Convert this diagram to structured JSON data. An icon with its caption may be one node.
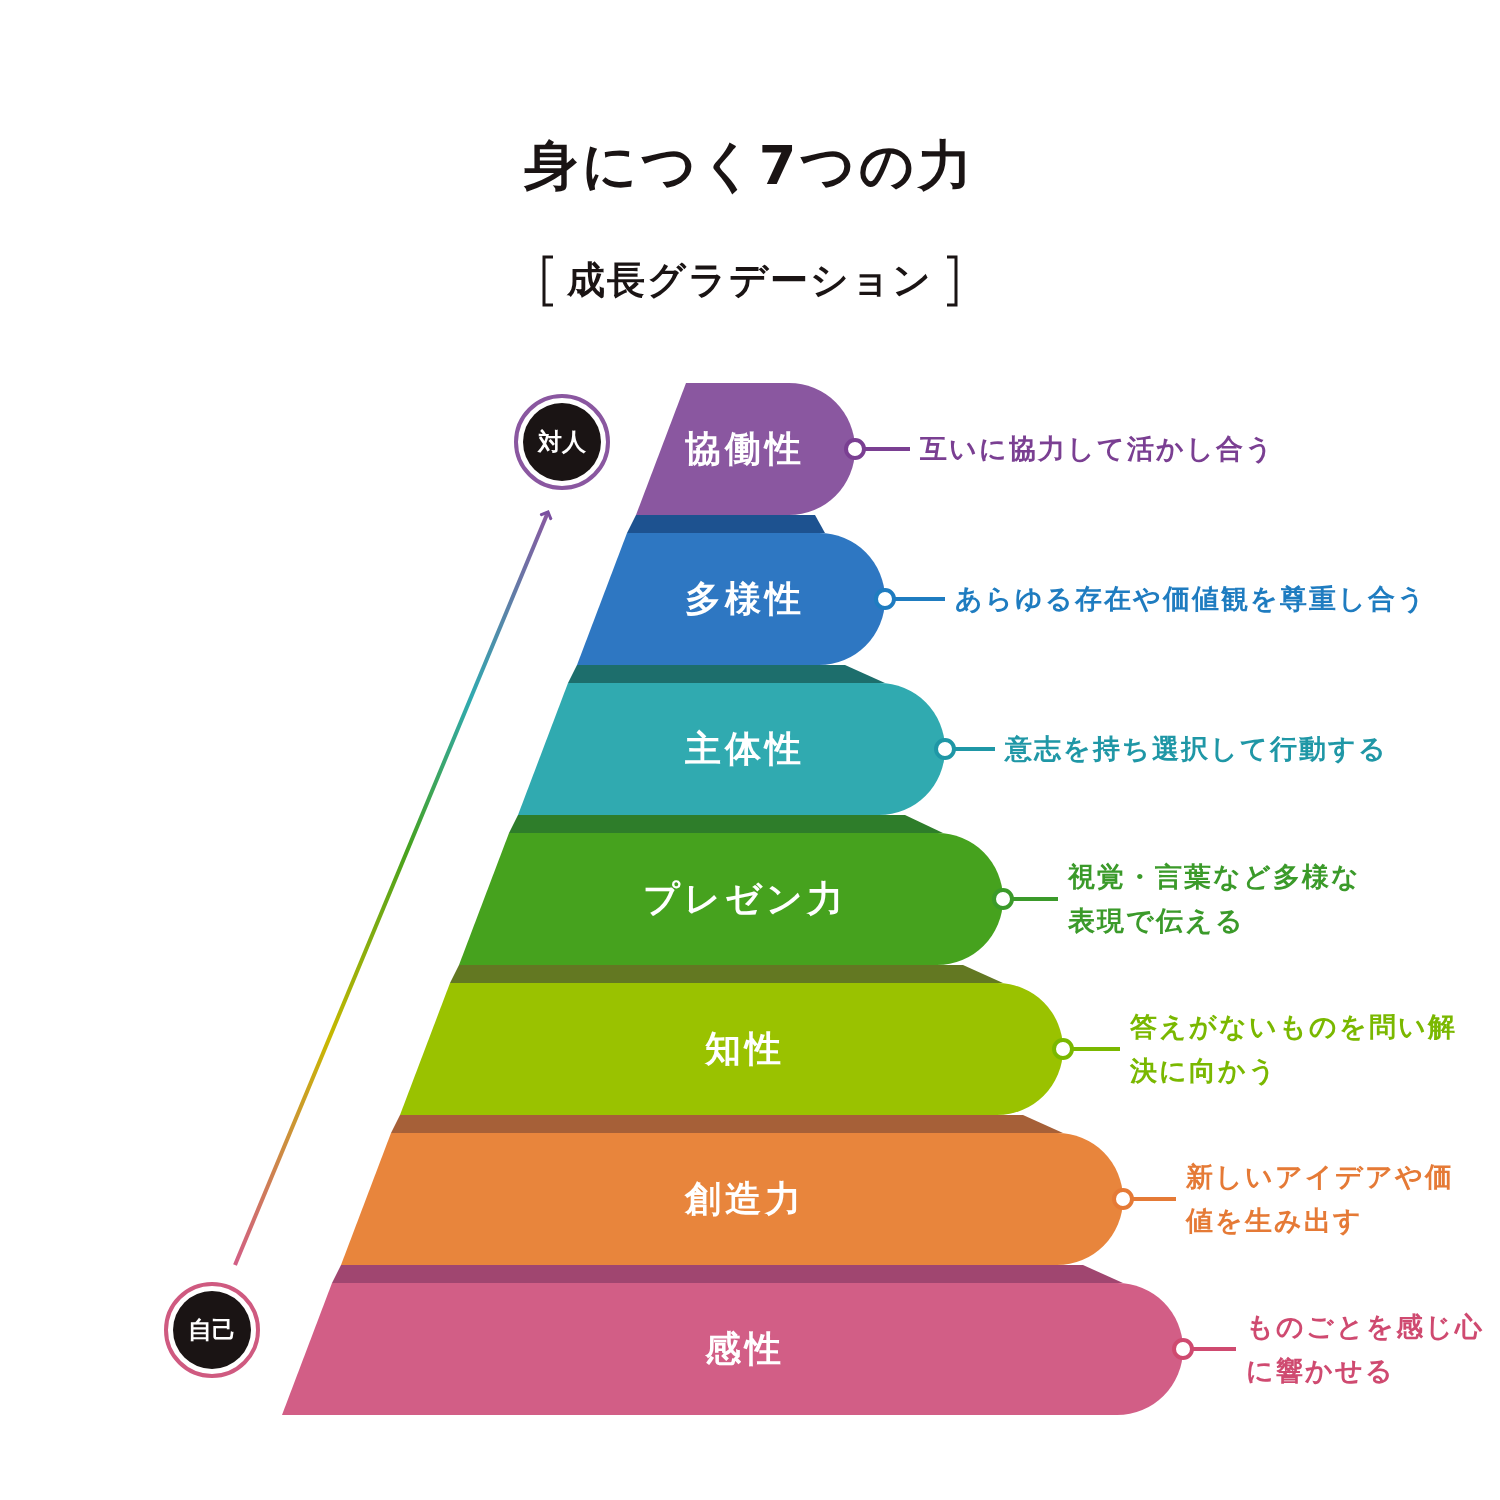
{
  "diagram": {
    "title": "身につく7つの力",
    "caption": "成長グラデーション",
    "nodes": [
      {
        "text": [
          "対人"
        ]
      },
      {
        "text": [
          "自己"
        ]
      },
      {
        "text": [
          "協働性"
        ]
      },
      {
        "text": [
          "多様性"
        ]
      },
      {
        "text": [
          "主体性"
        ]
      },
      {
        "text": [
          "プレゼン力"
        ]
      },
      {
        "text": [
          "知性"
        ]
      },
      {
        "text": [
          "創造力"
        ]
      },
      {
        "text": [
          "感性"
        ]
      },
      {
        "text": [
          "互いに協力して活かし合う"
        ]
      },
      {
        "text": [
          "あらゆる存在や価値観を尊重し合う"
        ]
      },
      {
        "text": [
          "意志を持ち選択して行動する"
        ]
      },
      {
        "text": [
          "視覚・言葉など多様な表現で伝える"
        ]
      },
      {
        "text": [
          "答えがないものを問い解決に向かう"
        ]
      },
      {
        "text": [
          "新しいアイデアや価値を生み出す"
        ]
      },
      {
        "text": [
          "ものごとを感じ心に響かせる"
        ]
      }
    ],
    "edges": [
      {
        "from": 1,
        "to": 0,
        "arrow": "to"
      },
      {
        "from": 2,
        "to": 9,
        "arrow": "other",
        "color": "#7a3f92"
      },
      {
        "from": 3,
        "to": 10,
        "arrow": "other",
        "color": "#1f7cc0"
      },
      {
        "from": 4,
        "to": 11,
        "arrow": "other",
        "color": "#1f97a6"
      },
      {
        "from": 5,
        "to": 12,
        "arrow": "other",
        "color": "#3b9a2a"
      },
      {
        "from": 6,
        "to": 13,
        "arrow": "other",
        "color": "#7ab800"
      },
      {
        "from": 7,
        "to": 14,
        "arrow": "other",
        "color": "#e57a36"
      },
      {
        "from": 8,
        "to": 15,
        "arrow": "other",
        "color": "#cf4a70"
      }
    ]
  }
}
